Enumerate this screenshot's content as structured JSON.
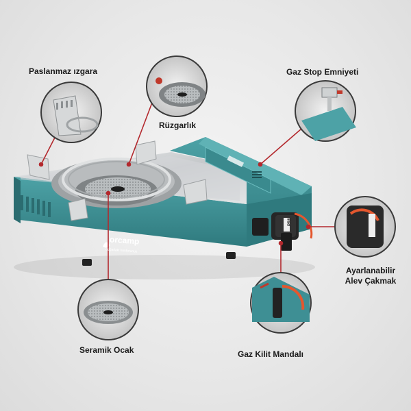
{
  "brand": {
    "name": "orcamp",
    "tagline": "doğadaki konforunuz"
  },
  "stove": {
    "model_badge": "PR8"
  },
  "callouts": {
    "grill": "Paslanmaz ızgara",
    "windscreen": "Rüzgarlık",
    "gas_stop": "Gaz Stop Emniyeti",
    "igniter_line1": "Ayarlanabilir",
    "igniter_line2": "Alev Çakmak",
    "ceramic_burner": "Seramik Ocak",
    "gas_lock": "Gaz Kilit Mandalı"
  },
  "colors": {
    "stove_body": "#3e8f94",
    "stove_dark": "#2b6c70",
    "steel": "#c9cbcd",
    "callout_line": "#b3282d",
    "knob": "#2a2a2a",
    "flame_orange": "#e4572e"
  },
  "icons": [
    "flame-logo-icon",
    "control-knob-icon",
    "gas-valve-icon"
  ]
}
